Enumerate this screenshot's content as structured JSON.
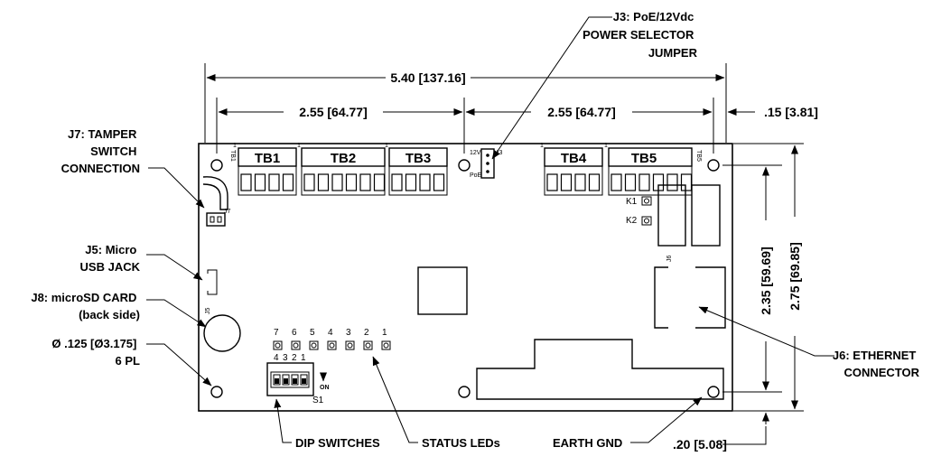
{
  "dimensions": {
    "overall_width": "5.40 [137.16]",
    "left_hole_span": "2.55 [64.77]",
    "right_hole_span": "2.55 [64.77]",
    "edge_offset": ".15 [3.81]",
    "hole_vertical_span": "2.35 [59.69]",
    "overall_height": "2.75 [69.85]",
    "bottom_offset": ".20 [5.08]"
  },
  "callouts": {
    "j3": [
      "J3: PoE/12Vdc",
      "POWER SELECTOR",
      "JUMPER"
    ],
    "j7": [
      "J7: TAMPER",
      "SWITCH",
      "CONNECTION"
    ],
    "j5": [
      "J5: Micro",
      "USB JACK"
    ],
    "j8": [
      "J8: microSD CARD",
      "(back side)"
    ],
    "holes": [
      "Ø .125 [Ø3.175]",
      "6 PL"
    ],
    "j6": [
      "J6: ETHERNET",
      "CONNECTOR"
    ],
    "dip": "DIP SWITCHES",
    "leds": "STATUS LEDs",
    "earth": "EARTH GND"
  },
  "board": {
    "terminal_blocks": [
      "TB1",
      "TB2",
      "TB3",
      "TB4",
      "TB5"
    ],
    "tb1_silk": "TB1",
    "tb5_silk": "TB5",
    "pin1": "1",
    "j3_silk": "J3",
    "j3_12v": "12V",
    "j3_poe": "PoE",
    "j7_silk": "J7",
    "j5_silk": "J5",
    "j6_silk": "J6",
    "k1": "K1",
    "k2": "K2",
    "led_numbers": [
      "7",
      "6",
      "5",
      "4",
      "3",
      "2",
      "1"
    ],
    "dip_numbers": [
      "4",
      "3",
      "2",
      "1"
    ],
    "dip_on": "ON",
    "s1": "S1"
  }
}
